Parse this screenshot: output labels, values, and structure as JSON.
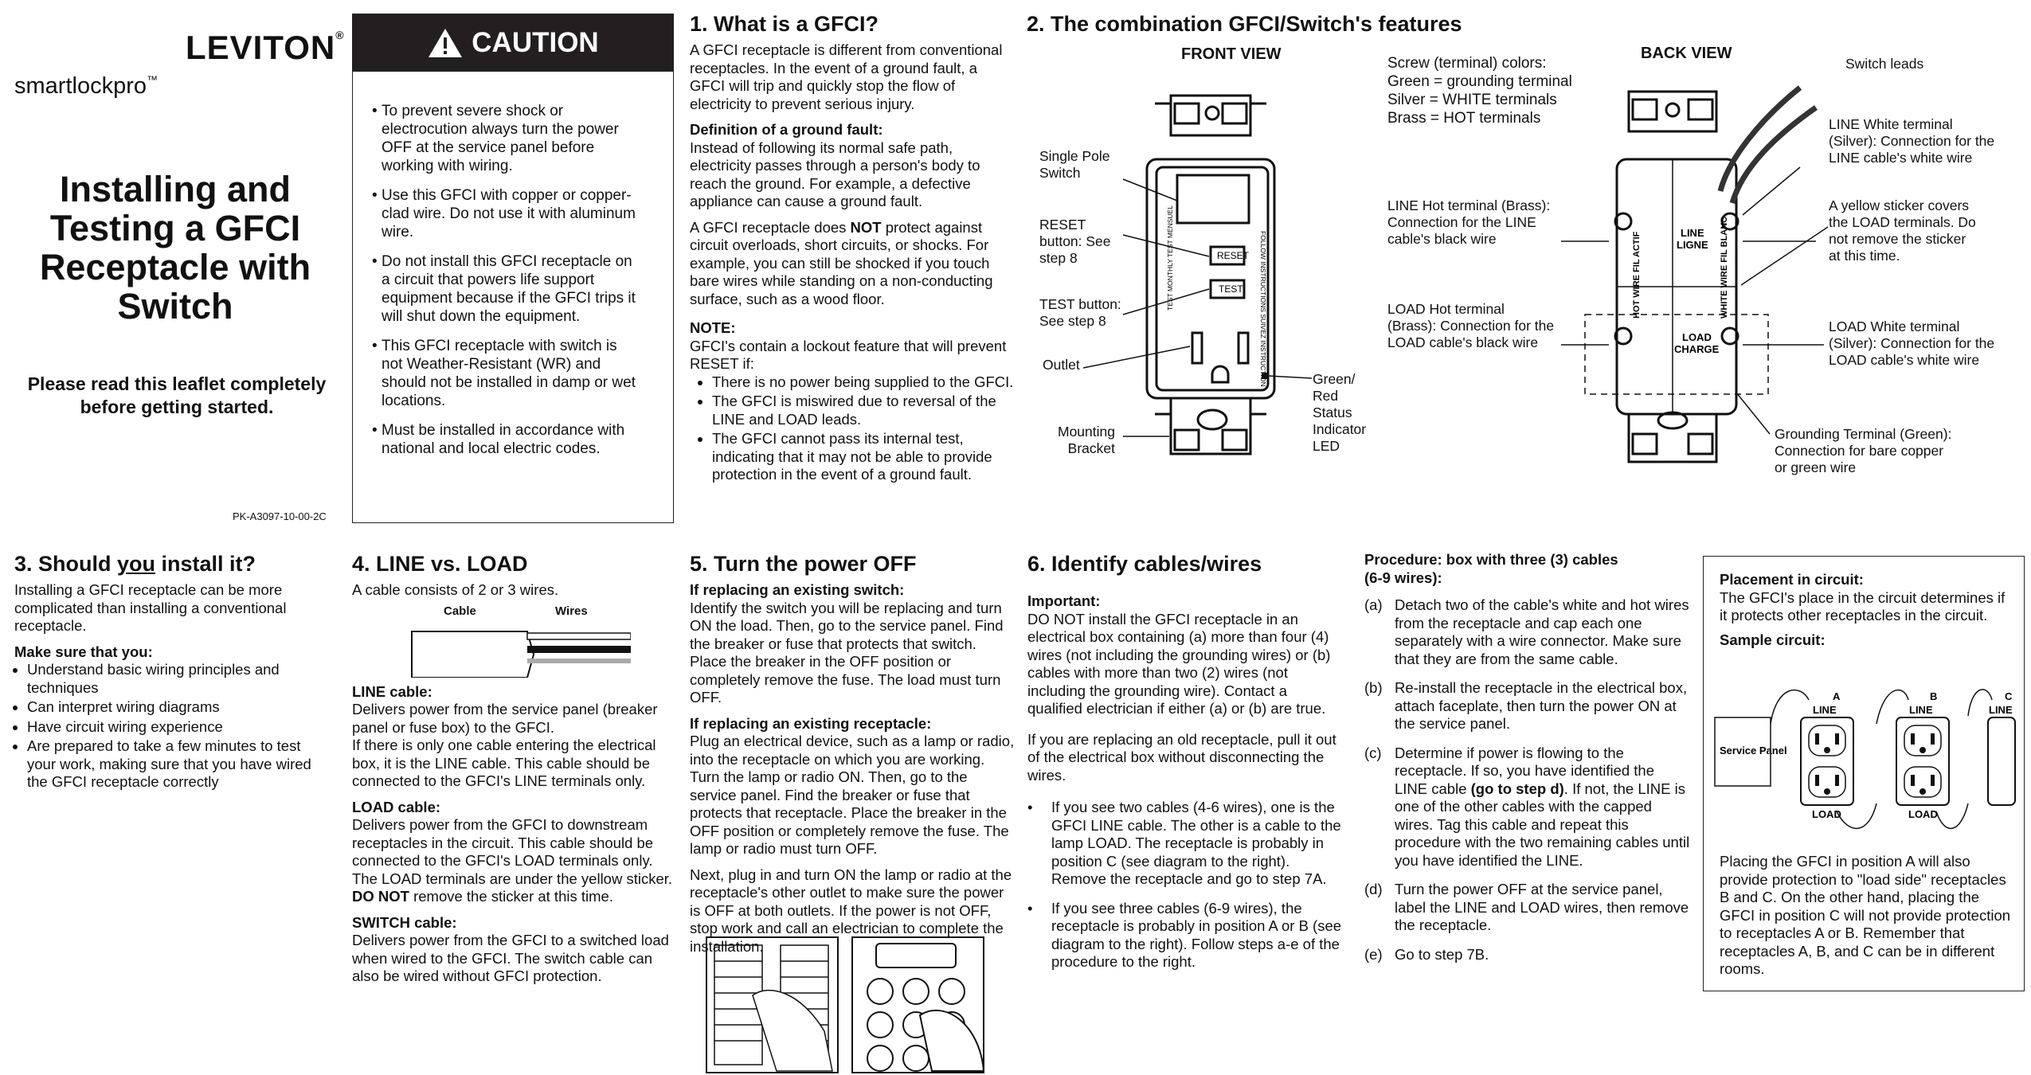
{
  "brand": {
    "logo": "LEVITON",
    "product": "smartlockpro",
    "tm": "™"
  },
  "title": "Installing and Testing a GFCI Receptacle with Switch",
  "read_note": "Please read this leaflet completely before getting started.",
  "part_no": "PK-A3097-10-00-2C",
  "caution": {
    "heading": "CAUTION",
    "items": [
      "To prevent severe shock or electrocution always turn the power OFF at the service panel before working with wiring.",
      "Use this GFCI with copper or copper-clad wire. Do not use it with aluminum wire.",
      "Do not install this GFCI receptacle on a circuit that powers life support equipment because if the GFCI trips it will shut down the equipment.",
      "This GFCI receptacle with switch is not Weather-Resistant (WR) and should not be installed in damp or wet locations.",
      "Must be installed in accordance with national and local electric codes."
    ]
  },
  "s1": {
    "heading": "1. What is a GFCI?",
    "p1": "A GFCI receptacle is different from conventional receptacles. In the event of a ground fault, a GFCI will trip and quickly stop the flow of electricity to prevent serious injury.",
    "def_heading": "Definition of a ground fault:",
    "def_text": "Instead of following its normal safe path, electricity passes through a person's body to reach the ground. For example, a defective appliance can cause a ground fault.",
    "p2_a": "A GFCI receptacle does ",
    "p2_not": "NOT",
    "p2_b": " protect against circuit overloads, short circuits, or shocks. For example, you can still be shocked if you touch bare wires while standing on a non-conducting surface, such as a wood floor.",
    "note_heading": "NOTE:",
    "note_text": "GFCI's contain a lockout feature that will prevent RESET if:",
    "note_items": [
      "There is no power being supplied to the GFCI.",
      "The GFCI is miswired due to reversal of the LINE and LOAD leads.",
      "The GFCI cannot pass its internal test, indicating that it may not be able to provide protection in the event of a ground fault."
    ]
  },
  "s2": {
    "heading": "2. The combination GFCI/Switch's features",
    "front_view": "FRONT VIEW",
    "back_view": "BACK VIEW",
    "single_pole": "Single Pole Switch",
    "reset_btn": "RESET button: See step 8",
    "test_btn": "TEST button: See step 8",
    "outlet": "Outlet",
    "mounting": "Mounting Bracket",
    "green_red": "Green/ Red Status Indicator LED",
    "reset_label": "RESET",
    "reset_label2": "RESET",
    "test_label": "TEST",
    "test_label2": "TEST",
    "side_left": "TEST MONTHLY TEST MENSUEL",
    "side_right": "FOLLOW INSTRUCTIONS SUIVEZ INSTRUCTION",
    "screw_colors": [
      "Screw (terminal) colors:",
      "Green = grounding terminal",
      "Silver = WHITE terminals",
      "Brass = HOT terminals"
    ],
    "line_hot": "LINE Hot terminal (Brass): Connection for the LINE cable's black wire",
    "load_hot": "LOAD Hot terminal (Brass): Connection for the LOAD cable's black wire",
    "switch_leads": "Switch leads",
    "line_white": "LINE White terminal (Silver): Connection for the LINE cable's white wire",
    "yellow_sticker": "A yellow sticker covers the LOAD terminals. Do not remove the sticker at this time.",
    "load_white": "LOAD White terminal (Silver): Connection for the LOAD cable's white wire",
    "grounding": "Grounding Terminal (Green): Connection for bare copper or green wire",
    "back_line": "LINE",
    "back_ligne": "LIGNE",
    "back_load": "LOAD",
    "back_charge": "CHARGE",
    "hot_wire": "HOT WIRE FIL ACTIF",
    "white_wire": "WHITE WIRE FIL BLANC"
  },
  "s3": {
    "heading_pre": "3. Should ",
    "heading_u": "you",
    "heading_post": " install it?",
    "intro": "Installing a GFCI receptacle can be more complicated than installing a conventional receptacle.",
    "sure_heading": "Make sure that you:",
    "items": [
      "Understand basic wiring principles and techniques",
      "Can interpret wiring diagrams",
      "Have circuit wiring experience",
      "Are prepared to take a few minutes to test your work, making sure that you have wired the GFCI receptacle correctly"
    ]
  },
  "s4": {
    "heading": "4. LINE vs. LOAD",
    "intro": "A cable consists of 2 or 3 wires.",
    "cable_lbl": "Cable",
    "wires_lbl": "Wires",
    "line_heading": "LINE cable:",
    "line_p1": "Delivers power from the service panel (breaker panel or fuse box) to the GFCI.",
    "line_p2": "If there is only one cable entering the electrical box, it is the LINE cable. This cable should be connected to the GFCI's LINE terminals only.",
    "load_heading": "LOAD cable:",
    "load_p_a": "Delivers power from the GFCI to downstream receptacles in the circuit. This cable should be connected to the GFCI's LOAD terminals only. The LOAD terminals are under the yellow sticker. ",
    "load_p_b": "DO NOT",
    "load_p_c": " remove the sticker at this time.",
    "switch_heading": "SWITCH cable:",
    "switch_p": "Delivers power from the GFCI to a switched load when wired to the GFCI. The switch cable can also be wired without GFCI protection."
  },
  "s5": {
    "heading": "5. Turn the power OFF",
    "sw_heading": "If replacing an existing switch:",
    "sw_p": "Identify the switch you will be replacing and turn ON the load. Then, go to the service panel. Find the breaker or fuse that protects that switch. Place the breaker in the OFF position or completely remove the fuse. The load must turn OFF.",
    "rc_heading": "If replacing an existing receptacle:",
    "rc_p": "Plug an electrical device, such as a lamp or radio, into the receptacle on which you are working. Turn the lamp or radio ON. Then, go to the service panel. Find the breaker or fuse that protects that receptacle. Place the breaker in the OFF position or completely remove the fuse. The lamp or radio must turn OFF.",
    "next_p": "Next, plug in and turn ON the lamp or radio at the receptacle's other outlet to make sure the power is OFF at both outlets. If the power is not OFF, stop work and call an electrician to complete the installation."
  },
  "s6": {
    "heading": "6. Identify cables/wires",
    "imp_heading": "Important:",
    "imp_p": "DO NOT install the GFCI receptacle in an electrical box containing (a) more than four (4) wires (not including the grounding wires) or (b) cables with more than two (2) wires (not including the grounding wire). Contact a qualified electrician if either (a) or (b) are true.",
    "old_p": "If you are replacing an old receptacle, pull it out of the electrical box without disconnecting the wires.",
    "items": [
      "If you see two cables (4-6 wires), one is the GFCI LINE cable. The other is a cable to the lamp LOAD. The receptacle is probably in position C (see diagram to the right). Remove the receptacle and go to step 7A.",
      "If you see three cables (6-9 wires), the receptacle is probably in position A or B (see diagram to the right). Follow steps a-e of the procedure to the right."
    ]
  },
  "proc": {
    "heading": "Procedure: box with three (3) cables (6-9 wires):",
    "a": "Detach two of the cable's white and hot wires from the receptacle and cap each one separately with a wire connector. Make sure that they are from the same cable.",
    "b": "Re-install the receptacle in the electrical box, attach faceplate, then turn the power ON at the service panel.",
    "c1": "Determine if power is flowing to the receptacle. If so, you have identified the LINE cable ",
    "c_bold": "(go to step d)",
    "c2": ". If not, the LINE is one of the other cables with the capped wires. Tag this cable and repeat this procedure with the two remaining cables until you have identified the LINE.",
    "d": "Turn the power OFF at the service panel, label the LINE and LOAD wires, then remove the receptacle.",
    "e": "Go to step 7B.",
    "keys": [
      "(a)",
      "(b)",
      "(c)",
      "(d)",
      "(e)"
    ]
  },
  "placement": {
    "heading": "Placement in circuit:",
    "p": "The GFCI's place in the circuit determines if it protects other receptacles in the circuit.",
    "sample": "Sample circuit:",
    "service_panel": "Service Panel",
    "letters": [
      "A",
      "B",
      "C"
    ],
    "line": "LINE",
    "load": "LOAD",
    "bottom": "Placing the GFCI in position A will also provide protection to \"load side\" receptacles B and C. On the other hand, placing the GFCI in position C will not provide protection to receptacles A or B. Remember that receptacles A, B, and C can be in different rooms."
  }
}
